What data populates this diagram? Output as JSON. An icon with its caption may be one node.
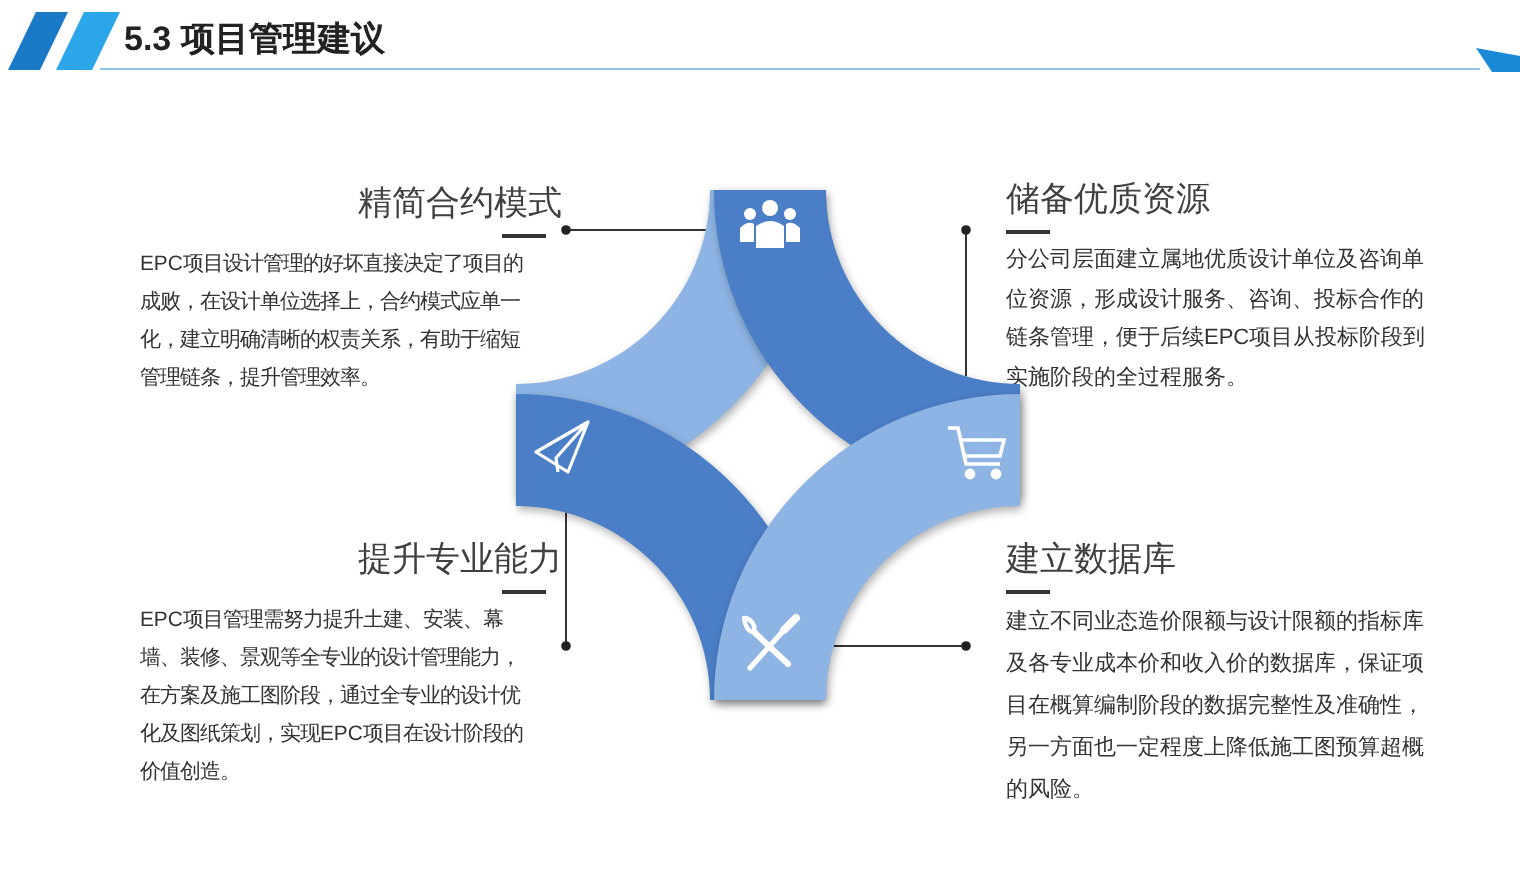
{
  "diagram": {
    "title": "5.3  项目管理建议",
    "nodes": [
      {
        "text": [
          "精简合约模式",
          "EPC项目设计管理的好坏直接决定了项目的成败，在设计单位选择上，合约模式应单一化，建立明确清晰的权责关系，有助于缩短管理链条，提升管理效率。"
        ]
      },
      {
        "text": [
          "储备优质资源",
          "分公司层面建立属地优质设计单位及咨询单位资源，形成设计服务、咨询、投标合作的链条管理，便于后续EPC项目从投标阶段到实施阶段的全过程服务。"
        ]
      },
      {
        "text": [
          "提升专业能力",
          "EPC项目管理需努力提升土建、安装、幕墙、装修、景观等全专业的设计管理能力，在方案及施工图阶段，通过全专业的设计优化及图纸策划，实现EPC项目在设计阶段的价值创造。"
        ]
      },
      {
        "text": [
          "建立数据库",
          "建立不同业态造价限额与设计限额的指标库及各专业成本价和收入价的数据库，保证项目在概算编制阶段的数据完整性及准确性，另一方面也一定程度上降低施工图预算超概的风险。"
        ]
      },
      {
        "text": [],
        "shape": "band"
      },
      {
        "text": [],
        "shape": "band"
      },
      {
        "text": [],
        "shape": "band"
      },
      {
        "text": [],
        "shape": "band"
      }
    ],
    "edges": [
      {
        "from": 0,
        "to": 4,
        "arrow": "other"
      },
      {
        "from": 1,
        "to": 5,
        "arrow": "other"
      },
      {
        "from": 2,
        "to": 6,
        "arrow": "other"
      },
      {
        "from": 3,
        "to": 7,
        "arrow": "other"
      }
    ]
  }
}
